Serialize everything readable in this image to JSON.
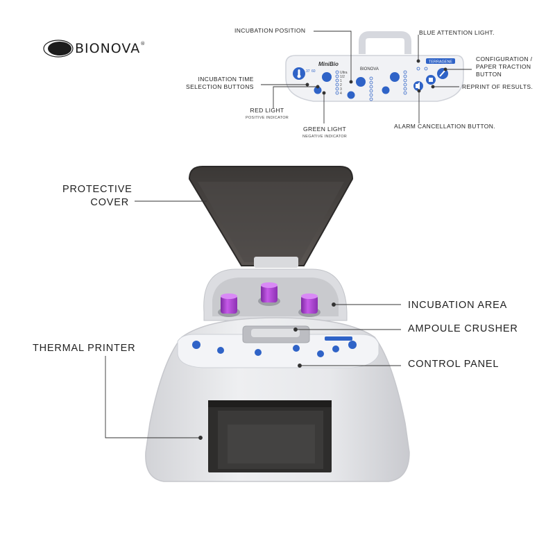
{
  "brand": {
    "name": "BIONOVA",
    "mark": "®"
  },
  "panel_labels": {
    "incubation_position": "INCUBATION POSITION",
    "blue_attention_light": "BLUE ATTENTION LIGHT.",
    "configuration": [
      "CONFIGURATION /",
      "PAPER TRACTION",
      "BUTTON"
    ],
    "reprint": "REPRINT OF RESULTS.",
    "incubation_time": [
      "INCUBATION TIME",
      "SELECTION BUTTONS"
    ],
    "red_light": "RED LIGHT",
    "red_light_sub": "POSITIVE INDICATOR",
    "green_light": "GREEN LIGHT",
    "green_light_sub": "NEGATIVE INDICATOR",
    "alarm": "ALARM CANCELLATION BUTTON."
  },
  "device_labels": {
    "protective_cover": [
      "PROTECTIVE",
      "COVER"
    ],
    "incubation_area": "INCUBATION AREA",
    "ampoule_crusher": "AMPOULE CRUSHER",
    "control_panel": "CONTROL PANEL",
    "thermal_printer": "THERMAL PRINTER"
  },
  "panel_text": {
    "model": "MiniBio",
    "brand": "BIONOVA",
    "badge": "TERRAGENE",
    "temps": [
      "37",
      "60"
    ],
    "times": [
      "Ultra",
      "1/2",
      "1",
      "2",
      "3",
      "4"
    ]
  },
  "colors": {
    "accent": "#2f63c7",
    "ampoule": "#a93fcf",
    "body": "#e6e7ea",
    "cover": "#4a4644"
  }
}
